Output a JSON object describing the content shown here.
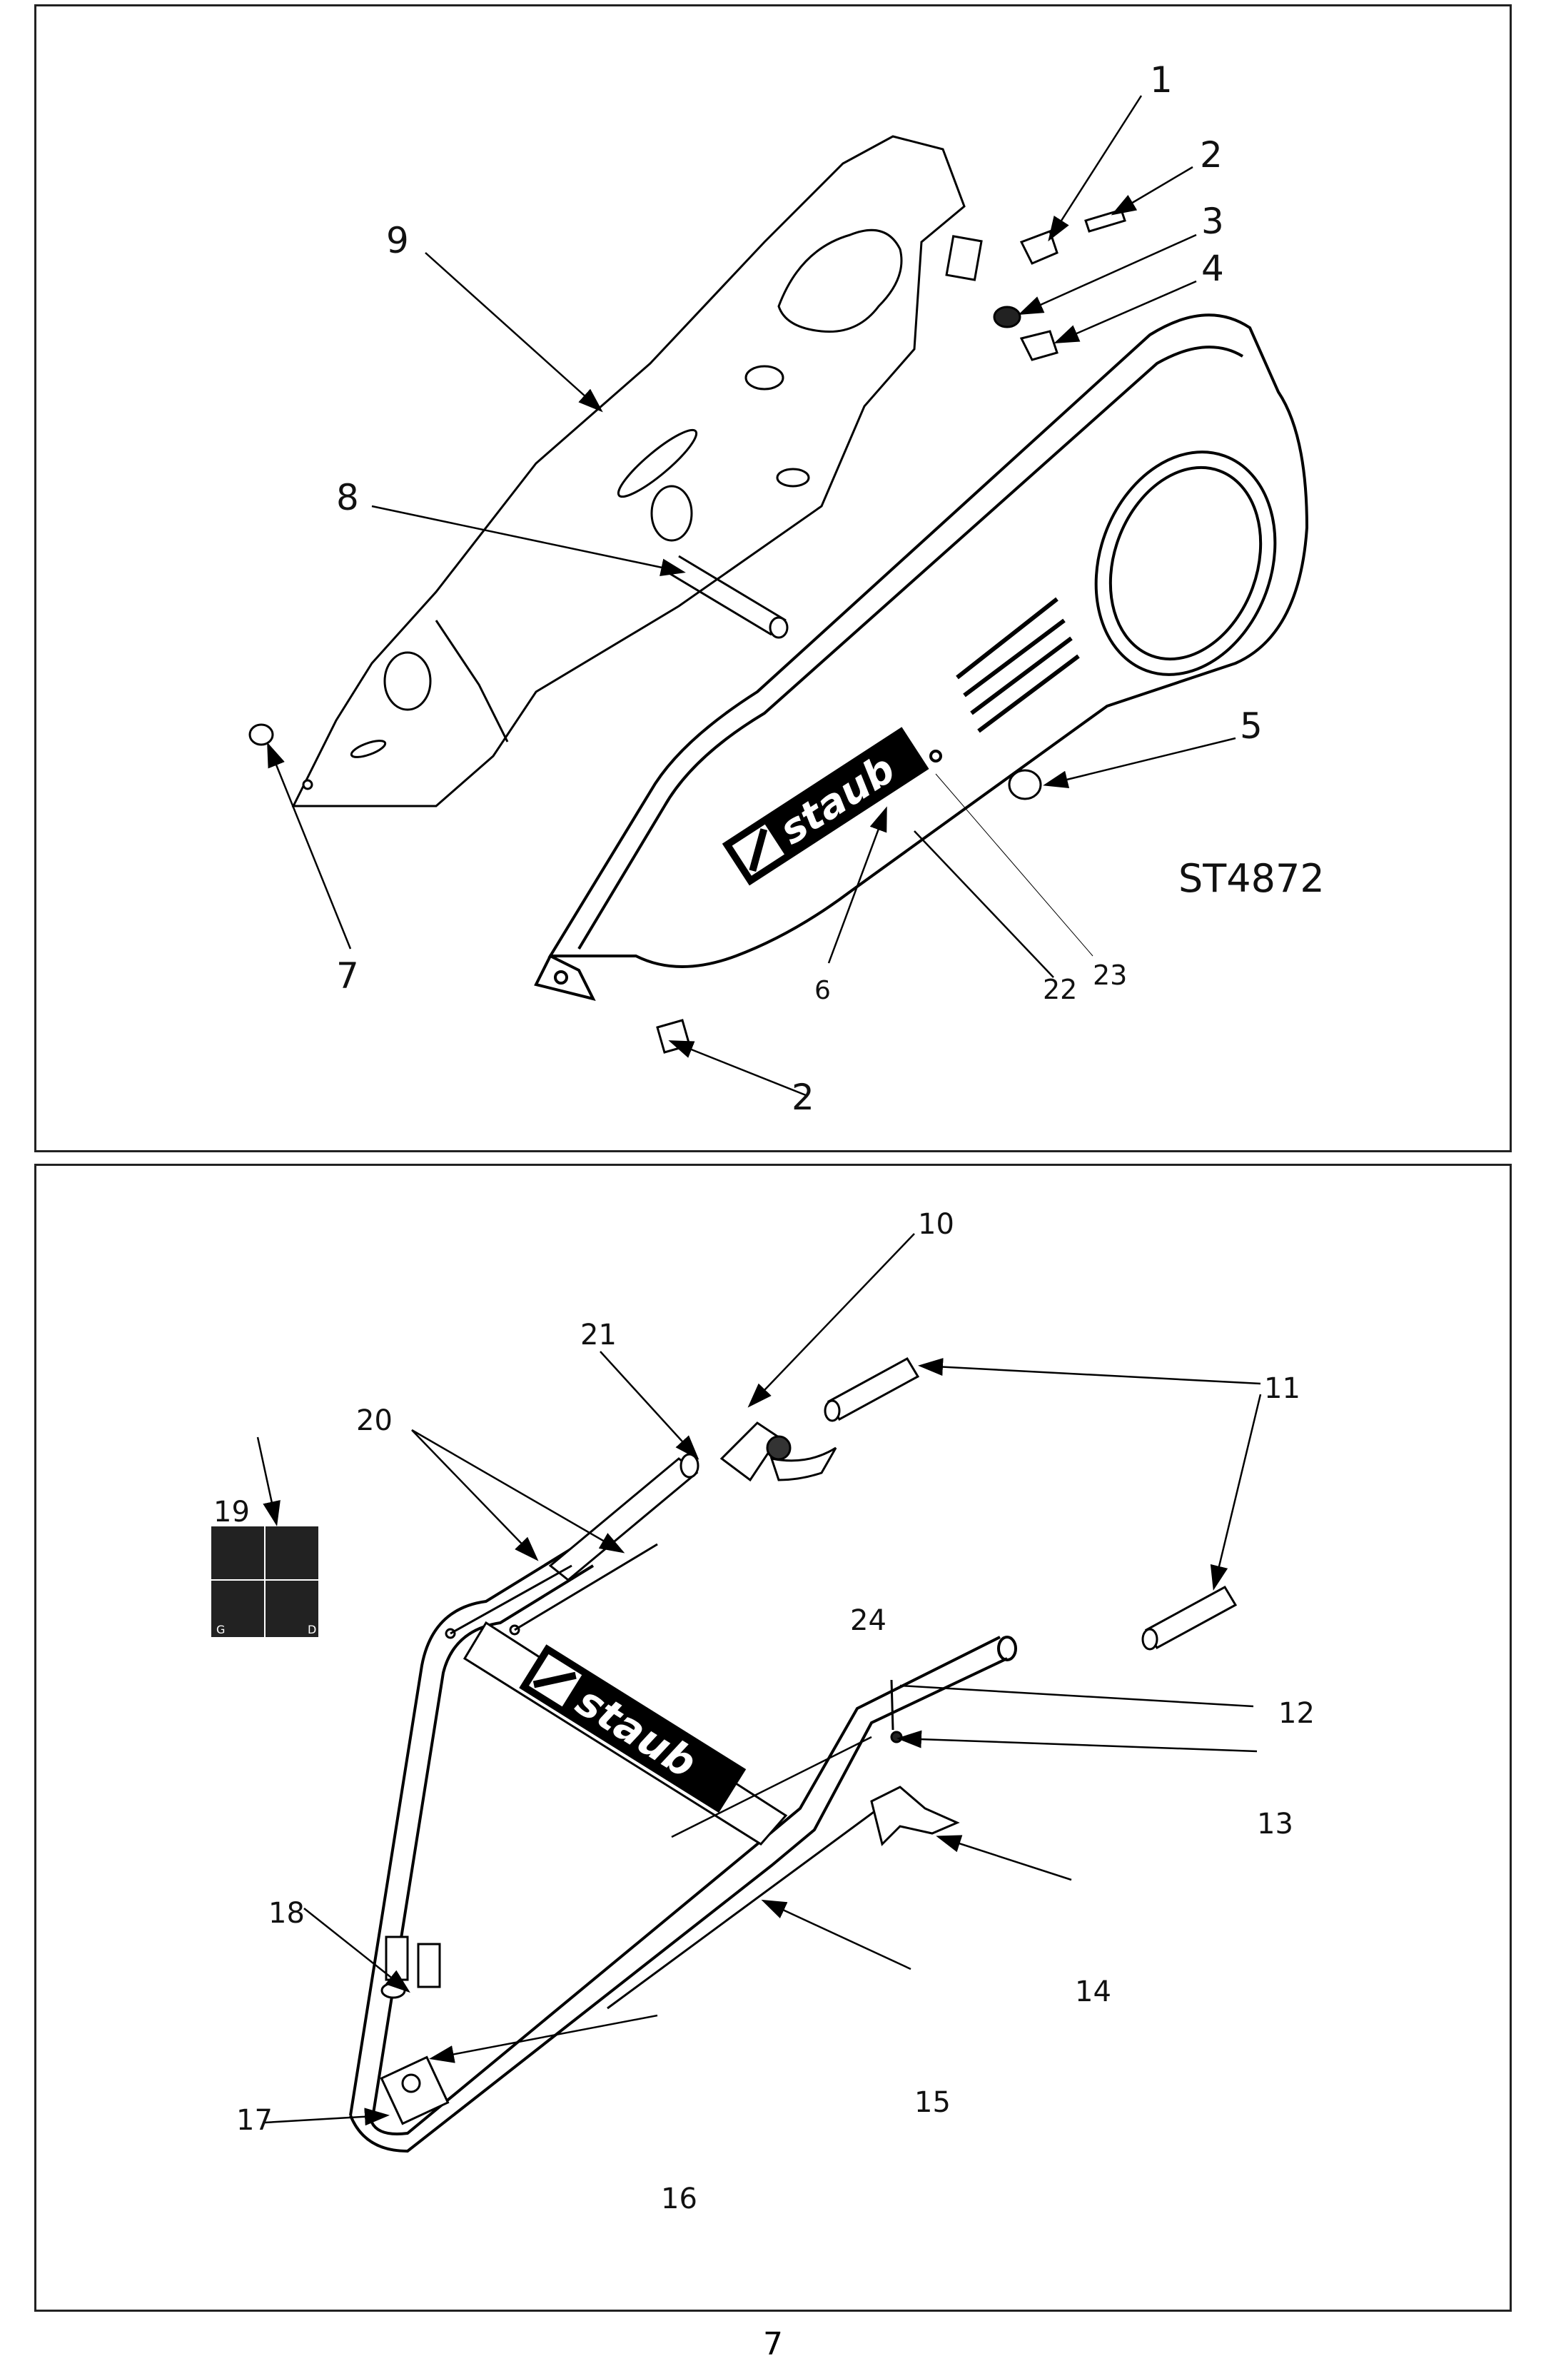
{
  "top_panel": {
    "model_code": "ST4872",
    "brand_logo_text": "staub",
    "callouts": [
      "1",
      "2",
      "3",
      "4",
      "5",
      "6",
      "7",
      "8",
      "9",
      "22",
      "23",
      "2"
    ]
  },
  "bottom_panel": {
    "brand_logo_text": "staub",
    "callouts": [
      "10",
      "11",
      "12",
      "13",
      "14",
      "15",
      "16",
      "17",
      "18",
      "19",
      "20",
      "21",
      "24"
    ],
    "decal_corner_letters": [
      "G",
      "D"
    ]
  },
  "page_number": "7"
}
